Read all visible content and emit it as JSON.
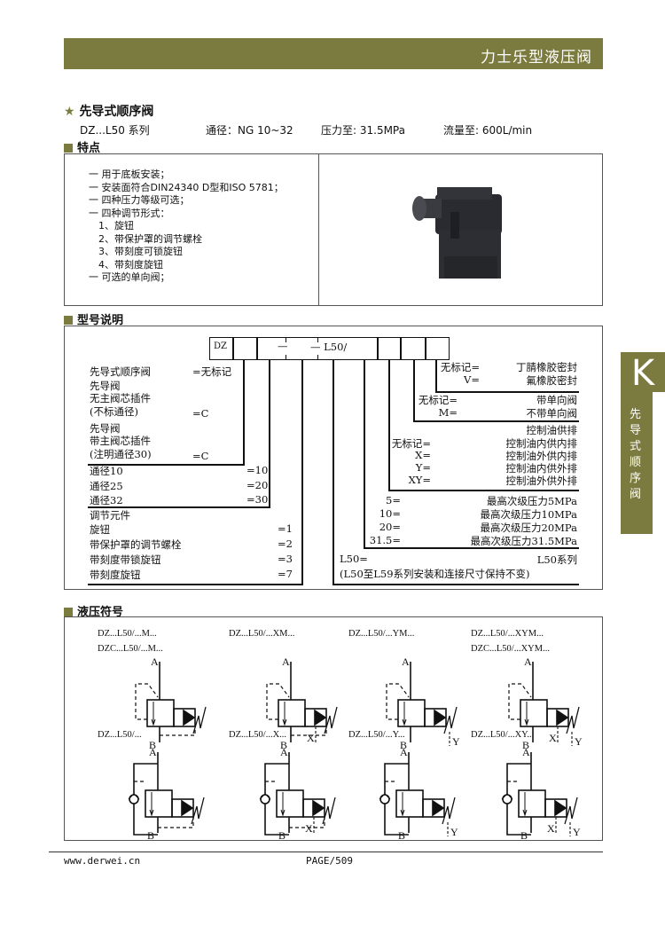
{
  "header": {
    "title": "力士乐型液压阀"
  },
  "product": {
    "title": "先导式顺序阀",
    "series": "DZ...L50 系列",
    "bore": "通径：NG 10~32",
    "pressure": "压力至: 31.5MPa",
    "flow": "流量至: 600L/min"
  },
  "features": {
    "heading": "特点",
    "items": [
      "一 用于底板安装；",
      "一 安装面符合DIN24340 D型和ISO 5781；",
      "一 四种压力等级可选；",
      "一 四种调节形式：",
      "1、旋钮",
      "2、带保护罩的调节螺栓",
      "3、带刻度可锁旋钮",
      "4、带刻度旋钮",
      "一 可选的单向阀；"
    ]
  },
  "model": {
    "heading": "型号说明",
    "code_cells": [
      "DZ",
      "",
      "—",
      "—  L50/",
      "",
      "",
      ""
    ],
    "left": [
      {
        "t": "先导式顺序阀",
        "v": "=无标记"
      },
      {
        "t": "先导阀",
        "v": ""
      },
      {
        "t": "无主阀芯插件",
        "v": ""
      },
      {
        "t": "(不标通径)",
        "v": "=C"
      },
      {
        "t": "先导阀",
        "v": ""
      },
      {
        "t": "带主阀芯插件",
        "v": ""
      },
      {
        "t": "(注明通径30)",
        "v": "=C"
      },
      {
        "t": "通径10",
        "v": "=10"
      },
      {
        "t": "通径25",
        "v": "=20"
      },
      {
        "t": "通径32",
        "v": "=30"
      },
      {
        "t": "调节元件",
        "v": ""
      },
      {
        "t": "旋钮",
        "v": "=1"
      },
      {
        "t": "带保护罩的调节螺栓",
        "v": "=2"
      },
      {
        "t": "带刻度带锁旋钮",
        "v": "=3"
      },
      {
        "t": "带刻度旋钮",
        "v": "=7"
      }
    ],
    "right": [
      {
        "k": "无标记=",
        "v": "丁腈橡胶密封"
      },
      {
        "k": "V=",
        "v": "氟橡胶密封"
      },
      {
        "k": "无标记=",
        "v": "带单向阀"
      },
      {
        "k": "M=",
        "v": "不带单向阀"
      },
      {
        "k": "",
        "v": "控制油供排"
      },
      {
        "k": "无标记=",
        "v": "控制油内供内排"
      },
      {
        "k": "X=",
        "v": "控制油外供内排"
      },
      {
        "k": "Y=",
        "v": "控制油内供外排"
      },
      {
        "k": "XY=",
        "v": "控制油外供外排"
      },
      {
        "k": "5=",
        "v": "最高次级压力5MPa"
      },
      {
        "k": "10=",
        "v": "最高次级压力10MPa"
      },
      {
        "k": "20=",
        "v": "最高次级压力20MPa"
      },
      {
        "k": "31.5=",
        "v": "最高次级压力31.5MPa"
      },
      {
        "k": "L50=",
        "v": "L50系列"
      }
    ],
    "note": "(L50至L59系列安装和连接尺寸保持不变)"
  },
  "symbols": {
    "heading": "液压符号",
    "items": [
      {
        "labels": [
          "DZ...L50/...M...",
          "DZC...L50/...M..."
        ],
        "ext": true,
        "x": false,
        "y": false
      },
      {
        "labels": [
          "DZ...L50/...XM..."
        ],
        "ext": true,
        "x": true,
        "y": false
      },
      {
        "labels": [
          "DZ...L50/...YM..."
        ],
        "ext": true,
        "x": false,
        "y": true
      },
      {
        "labels": [
          "DZ...L50/...XYM...",
          "DZC...L50/...XYM..."
        ],
        "ext": true,
        "x": true,
        "y": true
      },
      {
        "labels": [
          "DZ...L50/..."
        ],
        "ext": false,
        "x": false,
        "y": false
      },
      {
        "labels": [
          "DZ...L50/...X..."
        ],
        "ext": false,
        "x": true,
        "y": false
      },
      {
        "labels": [
          "DZ...L50/...Y..."
        ],
        "ext": false,
        "x": false,
        "y": true
      },
      {
        "labels": [
          "DZ...L50/...XY..."
        ],
        "ext": false,
        "x": true,
        "y": true
      }
    ],
    "port_labels": {
      "a": "A",
      "b": "B",
      "x": "X",
      "y": "Y"
    }
  },
  "side_tab": {
    "letter": "K",
    "text": "先导式顺序阀"
  },
  "footer": {
    "url": "www.derwei.cn",
    "page": "PAGE/509"
  },
  "colors": {
    "accent": "#7b7b3f"
  }
}
